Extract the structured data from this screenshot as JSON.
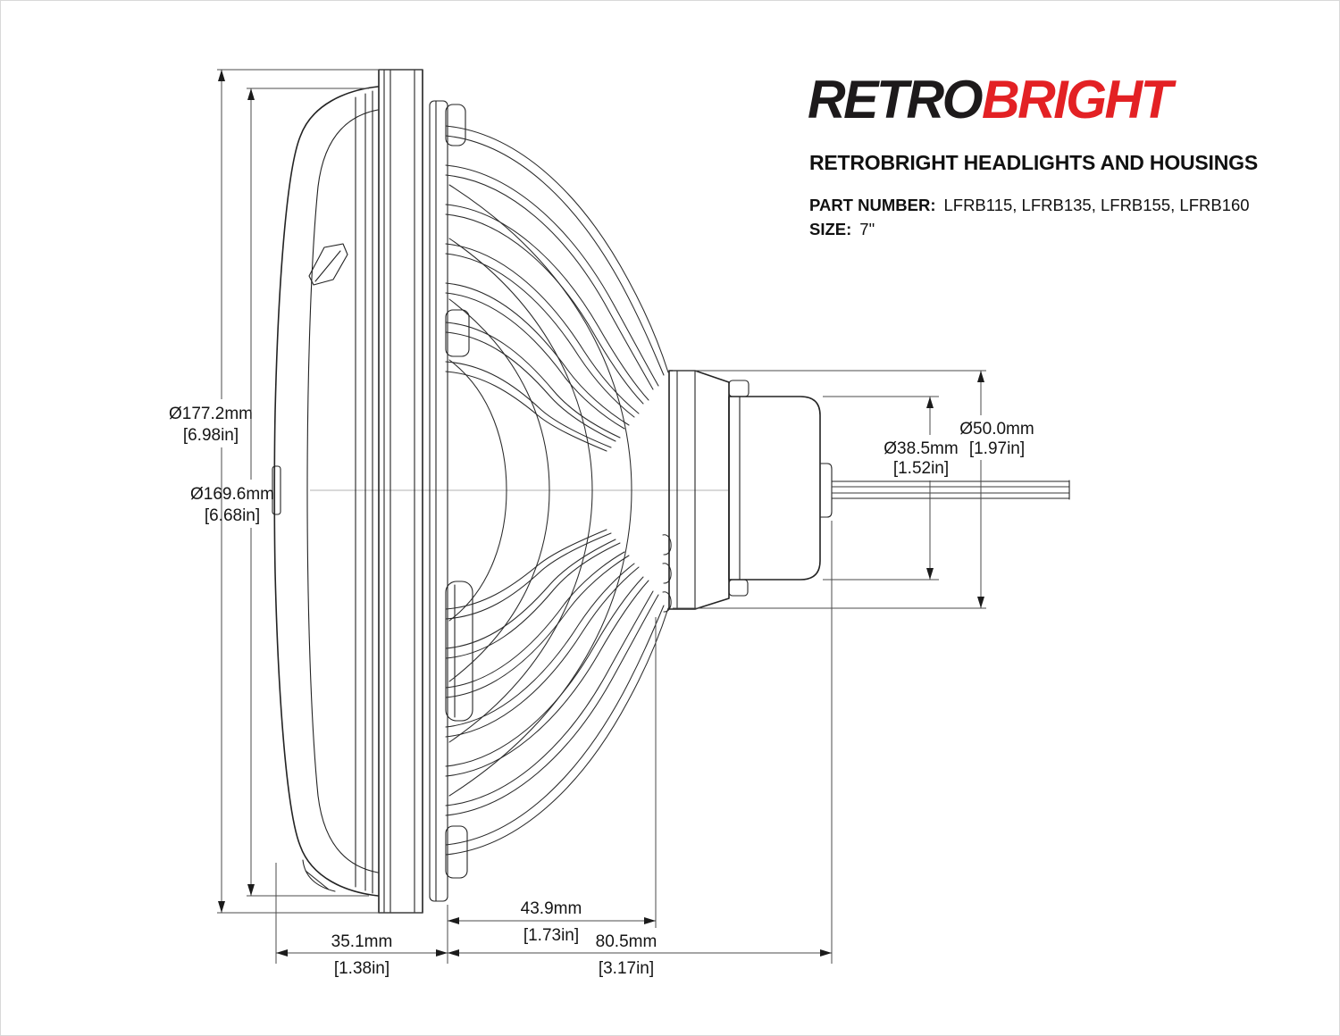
{
  "header": {
    "logo": {
      "retro": "RETRO",
      "bright": "BRIGHT"
    },
    "title": "RETROBRIGHT HEADLIGHTS AND HOUSINGS",
    "part_number_label": "PART NUMBER:",
    "part_numbers": "LFRB115, LFRB135, LFRB155, LFRB160",
    "size_label": "SIZE:",
    "size_value": "7\""
  },
  "drawing": {
    "dimensions": {
      "bezel_outer_diameter": {
        "metric": "Ø177.2mm",
        "imperial": "[6.98in]"
      },
      "lens_diameter": {
        "metric": "Ø169.6mm",
        "imperial": "[6.68in]"
      },
      "connector_cap_diameter": {
        "metric": "Ø38.5mm",
        "imperial": "[1.52in]"
      },
      "rear_flange_diameter": {
        "metric": "Ø50.0mm",
        "imperial": "[1.97in]"
      },
      "heatsink_depth": {
        "metric": "43.9mm",
        "imperial": "[1.73in]"
      },
      "lens_depth": {
        "metric": "35.1mm",
        "imperial": "[1.38in]"
      },
      "overall_rear_depth": {
        "metric": "80.5mm",
        "imperial": "[3.17in]"
      }
    }
  },
  "colors": {
    "logo_black": "#1d1a1b",
    "logo_red": "#e32124",
    "drawing_line": "#232323",
    "dimension_line": "#4b4b4b"
  }
}
